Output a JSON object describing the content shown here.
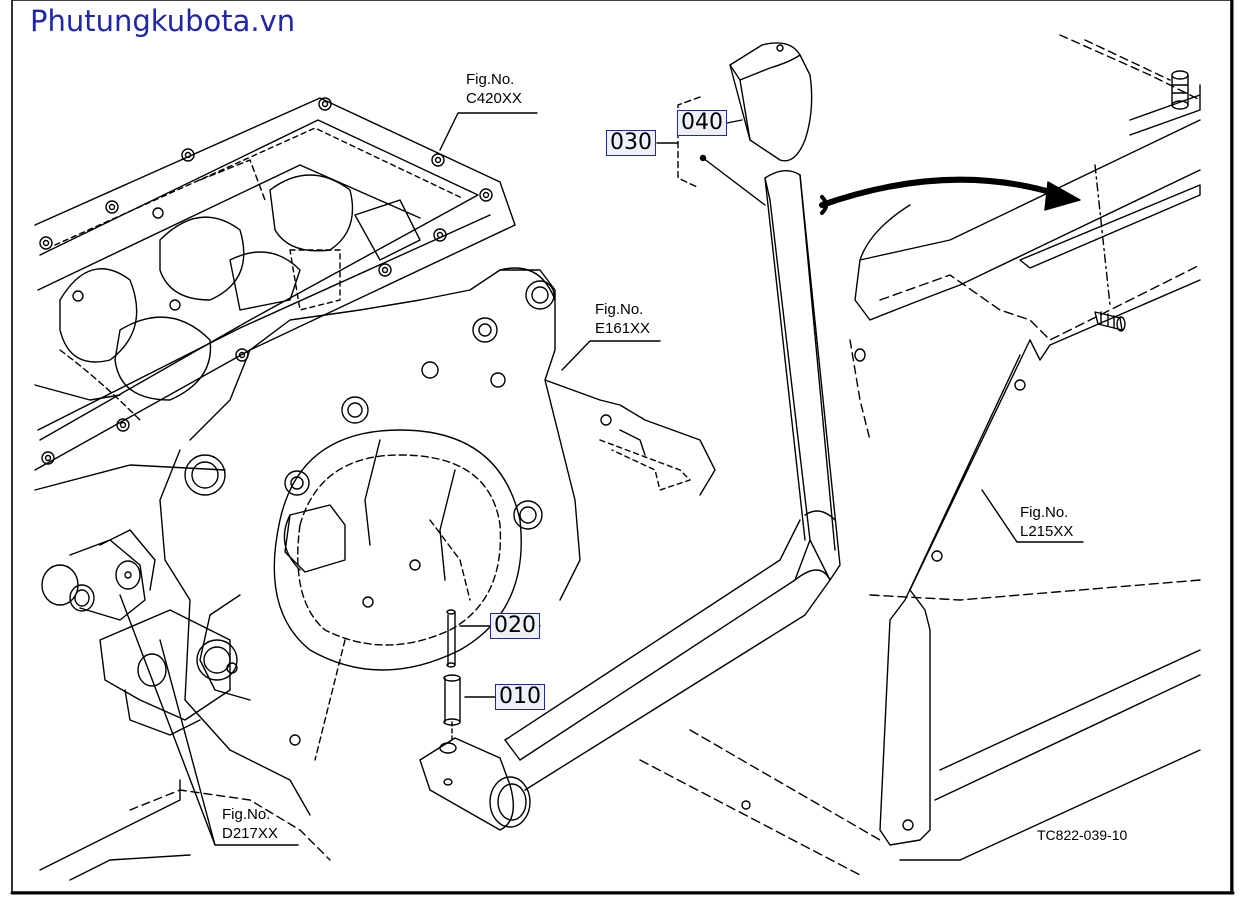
{
  "watermark": "Phutungkubota.vn",
  "figure_refs": [
    {
      "fig": "Fig.No.",
      "code": "C420XX"
    },
    {
      "fig": "Fig.No.",
      "code": "E161XX"
    },
    {
      "fig": "Fig.No.",
      "code": "L215XX"
    },
    {
      "fig": "Fig.No.",
      "code": "D217XX"
    }
  ],
  "parts": [
    {
      "number": "040"
    },
    {
      "number": "030"
    },
    {
      "number": "020"
    },
    {
      "number": "010"
    }
  ],
  "drawing_code": "TC822-039-10",
  "colors": {
    "label_border": "#1f27a8",
    "label_fill": "#eef0fa",
    "watermark": "#1f27a8",
    "line": "#000000"
  }
}
